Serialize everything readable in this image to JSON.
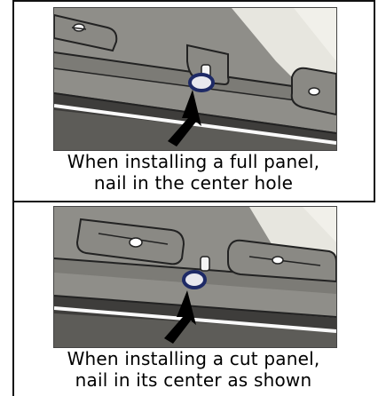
{
  "steps": [
    {
      "caption_line1": "When installing a full panel,",
      "caption_line2": "nail in the center hole",
      "illustration": "nail-in-center-hole"
    },
    {
      "caption_line1": "When installing a cut panel,",
      "caption_line2": "nail in its center as shown",
      "illustration": "nail-in-cut-panel-center"
    }
  ],
  "colors": {
    "frame": "#111111",
    "panel_gray": "#8f8e89",
    "wall_white": "#e9e8e2",
    "arrow": "#000000",
    "nail_head": "#ffffff",
    "nail_ring": "#1e2a66"
  },
  "icons": [
    "arrow-icon",
    "nail-icon"
  ]
}
